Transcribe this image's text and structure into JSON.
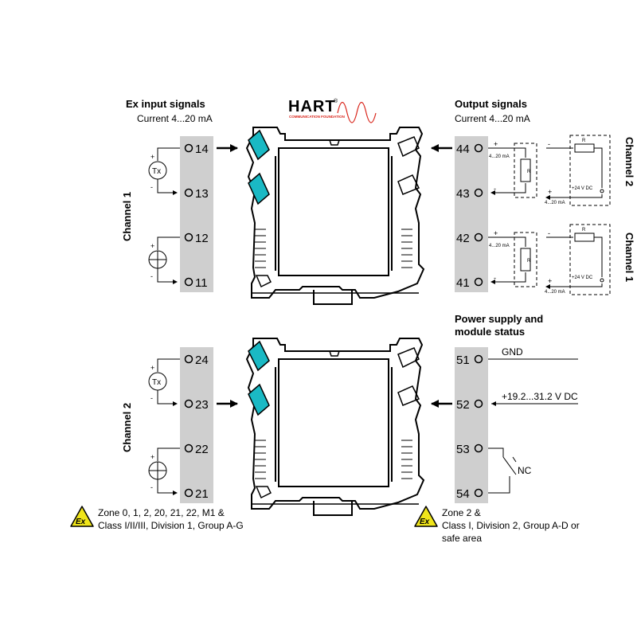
{
  "colors": {
    "terminal_strip": "#cfcfcf",
    "clip": "#1ab9c4",
    "ex_badge": "#f0e51a",
    "ink": "#000000",
    "hart_red": "#d9261c"
  },
  "logo": {
    "hart_text": "HART",
    "hart_sub": "COMMUNICATION FOUNDATION",
    "registered": "®"
  },
  "left": {
    "title": "Ex input signals",
    "subtitle": "Current 4...20 mA",
    "channel1_label": "Channel 1",
    "channel2_label": "Channel 2",
    "terminals_top": [
      "14",
      "13",
      "12",
      "11"
    ],
    "terminals_bottom": [
      "24",
      "23",
      "22",
      "21"
    ],
    "tx_label": "Tx",
    "plus": "+",
    "minus": "-",
    "zone_note_line1": "Zone 0, 1, 2, 20, 21, 22, M1 &",
    "zone_note_line2": "Class I/II/III, Division 1, Group A-G",
    "ex_symbol": "Ex"
  },
  "right": {
    "title": "Output signals",
    "subtitle": "Current 4...20 mA",
    "channel1_label": "Channel 1",
    "channel2_label": "Channel 2",
    "terminals_top": [
      "44",
      "43",
      "42",
      "41"
    ],
    "terminals_bottom": [
      "51",
      "52",
      "53",
      "54"
    ],
    "ma_label": "4...20 mA",
    "ri_label": "R",
    "ri_sub": "i",
    "supply_label": "+24 V DC",
    "power_title_line1": "Power supply and",
    "power_title_line2": "module status",
    "gnd_label": "GND",
    "voltage_label": "+19.2...31.2 V DC",
    "nc_label": "NC",
    "zone_note_line1": "Zone 2 &",
    "zone_note_line2": "Class I, Division 2, Group A-D or",
    "zone_note_line3": "safe area",
    "plus": "+",
    "minus": "-",
    "ex_symbol": "Ex"
  }
}
